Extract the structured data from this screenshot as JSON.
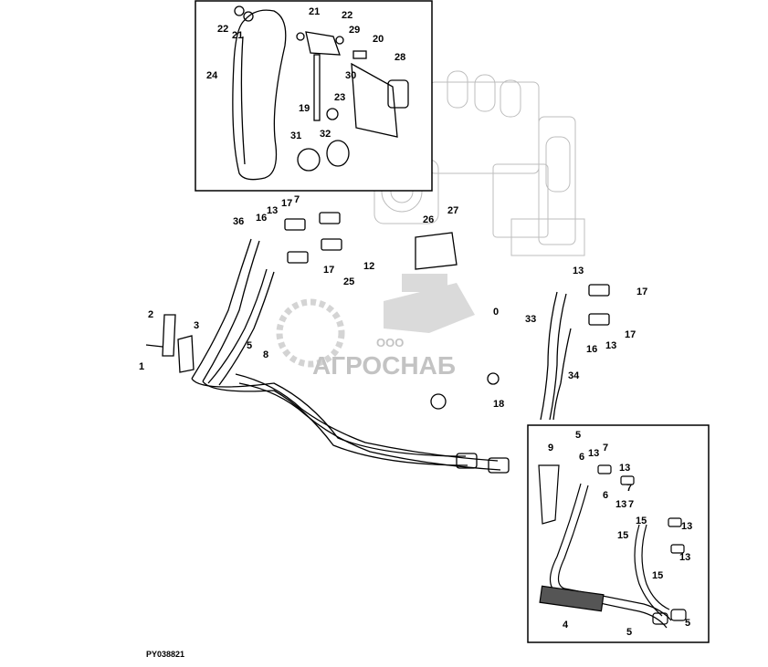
{
  "diagram": {
    "reference_code": "PY038821",
    "watermark": {
      "line1": "ООО",
      "line2": "АГРОСНАБ"
    },
    "main_callouts": [
      "1",
      "2",
      "3",
      "5",
      "8",
      "12",
      "13",
      "16",
      "17",
      "7",
      "17",
      "25",
      "36",
      "26",
      "27",
      "13",
      "17",
      "33",
      "16",
      "13",
      "17",
      "34",
      "18",
      "0",
      "21",
      "22",
      "21",
      "22",
      "29",
      "20",
      "24",
      "28",
      "30",
      "23",
      "19",
      "31",
      "32"
    ],
    "inset_top": {
      "callouts": [
        "21",
        "22",
        "21",
        "22",
        "29",
        "20",
        "24",
        "28",
        "30",
        "23",
        "19",
        "31",
        "32"
      ]
    },
    "inset_bottom": {
      "callouts": [
        "9",
        "5",
        "6",
        "13",
        "7",
        "13",
        "7",
        "6",
        "13",
        "7",
        "15",
        "13",
        "15",
        "13",
        "15",
        "4",
        "5",
        "5"
      ]
    }
  },
  "colors": {
    "line": "#000000",
    "watermark": "#cfcfcf",
    "background": "#ffffff"
  }
}
